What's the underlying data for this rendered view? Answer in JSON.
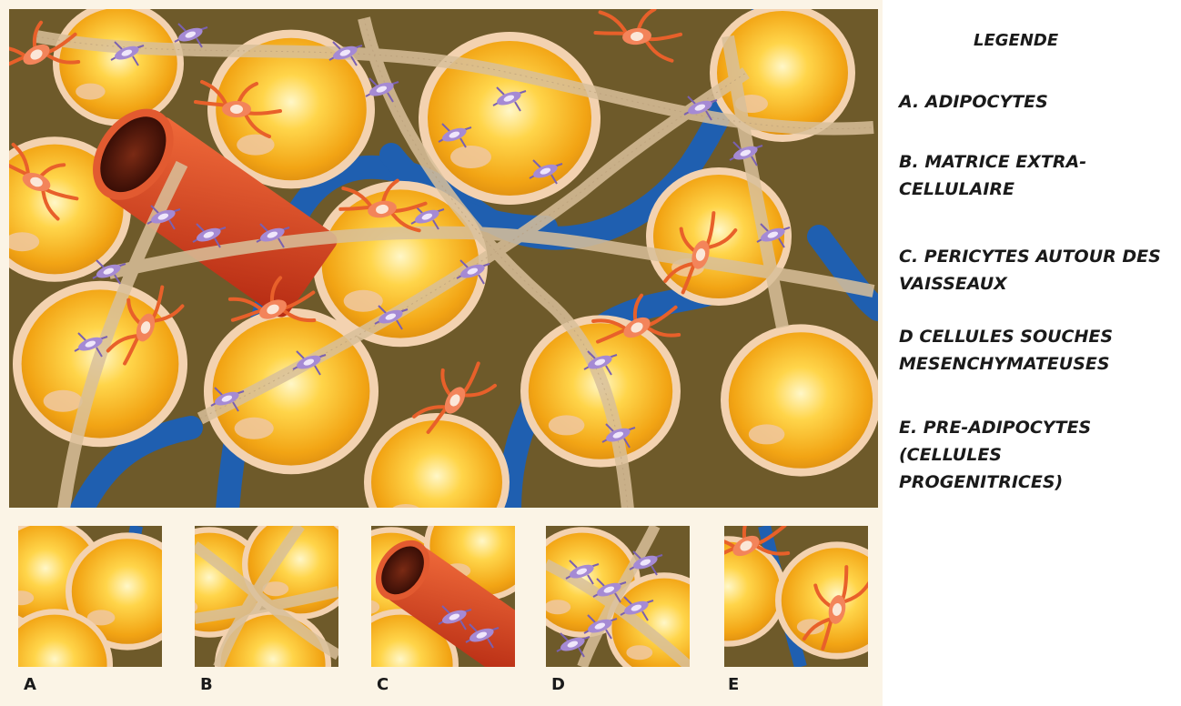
{
  "legend": {
    "title": "LEGENDE",
    "items": [
      "A. ADIPOCYTES",
      "B. MATRICE EXTRA-\nCELLULAIRE",
      "C. PERICYTES AUTOUR DES\nVAISSEAUX",
      "D CELLULES SOUCHES\nMESENCHYMATEUSES",
      "E. PRE-ADIPOCYTES\n(CELLULES\nPROGENITRICES)"
    ]
  },
  "panels": [
    "A",
    "B",
    "C",
    "D",
    "E"
  ],
  "colors": {
    "adipocyte": "#f6b91c",
    "adipocyte_rim": "#f3d2b0",
    "vessel_blue": "#1f5fb0",
    "capillary_red": "#d8401f",
    "fibre": "#d9c09a",
    "stem_cell": "#e8602a",
    "pericyte": "#9a80c8",
    "background": "#6e5a2a"
  }
}
